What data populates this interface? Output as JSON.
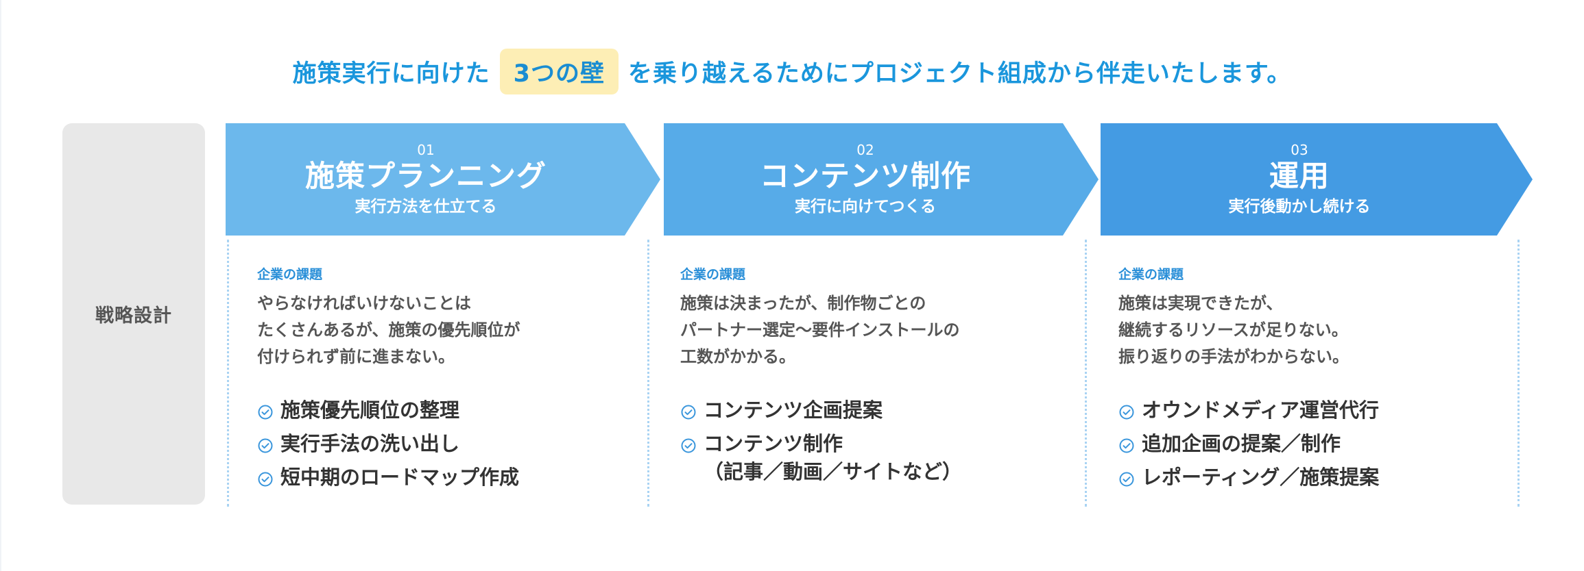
{
  "headline": {
    "before": "施策実行に向けた",
    "highlight": "3つの壁",
    "after": "を乗り越えるためにプロジェクト組成から伴走いたします。"
  },
  "side_label": "戦略設計",
  "colors": {
    "headline": "#1a96dc",
    "highlight_bg": "#fdeeb5",
    "step_1": "#6cb8ec",
    "step_2": "#57abe8",
    "step_3": "#449be3",
    "check_icon": "#3a96dc"
  },
  "steps": [
    {
      "num": "01",
      "title": "施策プランニング",
      "subtitle": "実行方法を仕立てる",
      "issue_label": "企業の課題",
      "issue_lines": [
        "やらなければいけないことは",
        "たくさんあるが、施策の優先順位が",
        "付けられず前に進まない。"
      ],
      "items": [
        {
          "lines": [
            "施策優先順位の整理"
          ],
          "icon": "check-circle-icon"
        },
        {
          "lines": [
            "実行手法の洗い出し"
          ],
          "icon": "check-circle-icon"
        },
        {
          "lines": [
            "短中期のロードマップ作成"
          ],
          "icon": "check-circle-icon"
        }
      ]
    },
    {
      "num": "02",
      "title": "コンテンツ制作",
      "subtitle": "実行に向けてつくる",
      "issue_label": "企業の課題",
      "issue_lines": [
        "施策は決まったが、制作物ごとの",
        "パートナー選定〜要件インストールの",
        "工数がかかる。"
      ],
      "items": [
        {
          "lines": [
            "コンテンツ企画提案"
          ],
          "icon": "check-circle-icon"
        },
        {
          "lines": [
            "コンテンツ制作",
            "（記事／動画／サイトなど）"
          ],
          "icon": "check-circle-icon"
        }
      ]
    },
    {
      "num": "03",
      "title": "運用",
      "subtitle": "実行後動かし続ける",
      "issue_label": "企業の課題",
      "issue_lines": [
        "施策は実現できたが、",
        "継続するリソースが足りない。",
        "振り返りの手法がわからない。"
      ],
      "items": [
        {
          "lines": [
            "オウンドメディア運営代行"
          ],
          "icon": "check-circle-icon"
        },
        {
          "lines": [
            "追加企画の提案／制作"
          ],
          "icon": "check-circle-icon"
        },
        {
          "lines": [
            "レポーティング／施策提案"
          ],
          "icon": "check-circle-icon"
        }
      ]
    }
  ]
}
